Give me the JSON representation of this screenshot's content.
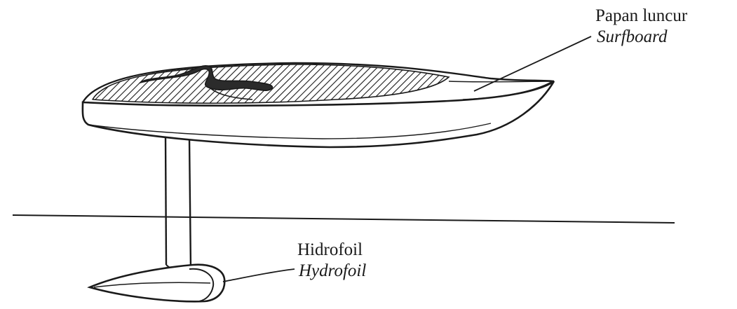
{
  "labels": {
    "surfboard": {
      "ms": "Papan luncur",
      "en": "Surfboard"
    },
    "hydrofoil": {
      "ms": "Hidrofoil",
      "en": "Hydrofoil"
    }
  }
}
